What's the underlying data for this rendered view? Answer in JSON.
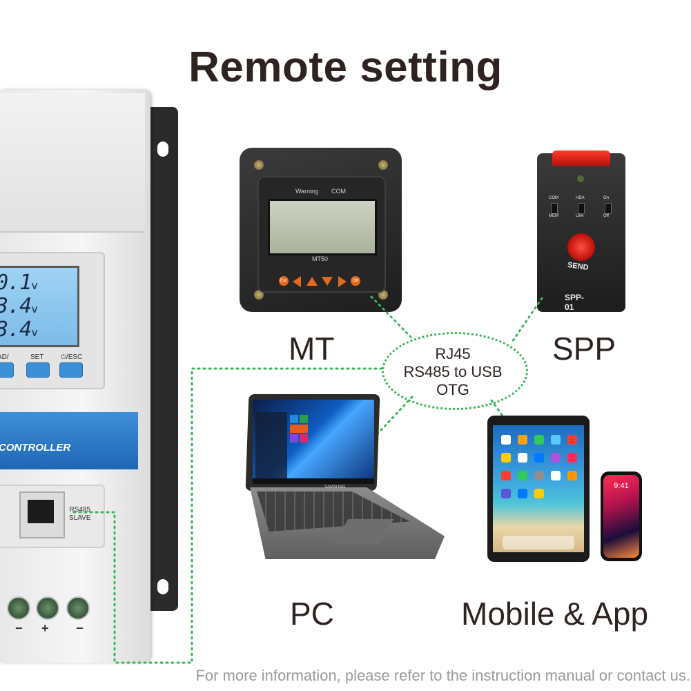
{
  "title": "Remote setting",
  "footer": "For more information, please refer to the instruction manual or contact us.",
  "devices": {
    "mt": "MT",
    "spp": "SPP",
    "pc": "PC",
    "mobile": "Mobile & App"
  },
  "connector": {
    "line1": "RJ45",
    "line2": "RS485 to USB",
    "line3": "OTG"
  },
  "controller": {
    "lcd_lines": [
      "0.1",
      "3.4",
      "3.4"
    ],
    "lcd_unit": "v",
    "buttons": [
      "AD/ -",
      "SET",
      "⏻/ESC"
    ],
    "band_text": "CONTROLLER",
    "port_label_line1": "RS485",
    "port_label_line2": "SLAVE",
    "terminal_signs": [
      "−",
      "+",
      "−"
    ]
  },
  "mt50": {
    "warning": "Warning",
    "com": "COM",
    "model": "MT50",
    "esc_key": "Esc",
    "ok_key": "OK"
  },
  "spp01": {
    "switch_labels": [
      "COM",
      "HDA",
      "On"
    ],
    "switch_labels_lower": [
      "MEM",
      "Line",
      "Off"
    ],
    "send": "SEND",
    "model": "SPP-01"
  },
  "phone_time": "9:41",
  "laptop_brand": "SAMSUNG",
  "colors": {
    "title": "#2e2320",
    "dotted_line": "#3bb55a",
    "controller_blue": "#1f66b5",
    "mt_key_orange": "#e36a1d",
    "spp_red": "#d11a12"
  }
}
